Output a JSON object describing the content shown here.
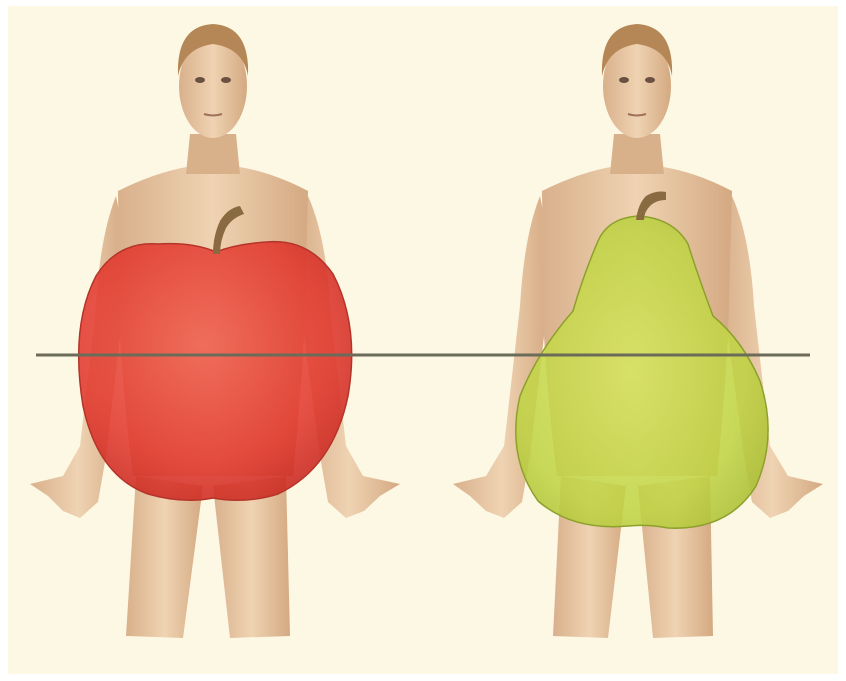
{
  "figure": {
    "subjects": [
      {
        "name": "apple-shape-figure",
        "fruit": "apple",
        "fruit_color": "#e8463a"
      },
      {
        "name": "pear-shape-figure",
        "fruit": "pear",
        "fruit_color": "#c6d84a"
      }
    ],
    "background_color": "#fdf8e4",
    "skin_color": "#e8c9a4",
    "line_color": "#6b6b5a"
  }
}
